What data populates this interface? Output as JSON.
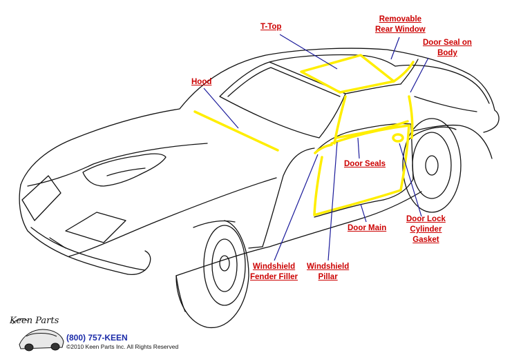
{
  "labels": {
    "ttop": [
      "T-Top"
    ],
    "rear_window": [
      "Removable",
      "Rear Window"
    ],
    "door_seal_body": [
      "Door Seal on",
      "Body"
    ],
    "hood": [
      "Hood"
    ],
    "door_seals": [
      "Door Seals"
    ],
    "door_lock": [
      "Door Lock",
      "Cylinder",
      "Gasket"
    ],
    "door_main": [
      "Door Main"
    ],
    "windshield_filler": [
      "Windshield",
      "Fender Filler"
    ],
    "windshield_pillar": [
      "Windshield",
      "Pillar"
    ]
  },
  "footer": {
    "logo_text": "Keen Parts",
    "phone": "(800) 757-KEEN",
    "copyright": "©2010 Keen Parts Inc. All Rights Reserved"
  },
  "colors": {
    "label": "#cc0000",
    "leader": "#1a1a9a",
    "highlight": "#ffee00",
    "outline": "#111111"
  }
}
